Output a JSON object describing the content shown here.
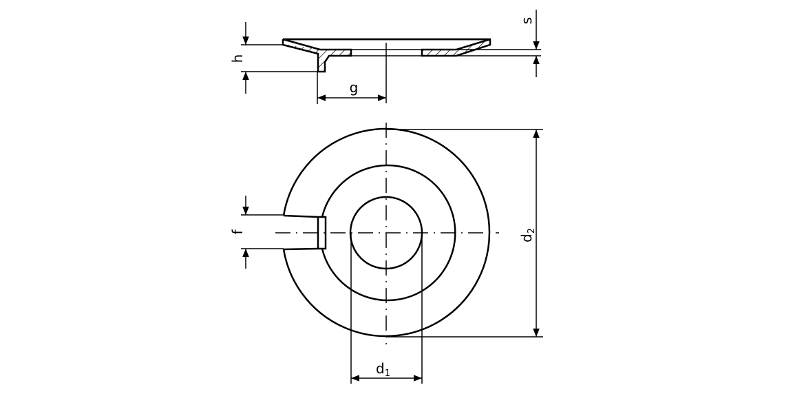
{
  "labels": {
    "h": "h",
    "g": "g",
    "s": "s",
    "f": "f",
    "d2": "d",
    "d2_sub": "2",
    "d1": "d",
    "d1_sub": "1"
  },
  "colors": {
    "line": "#000000",
    "background": "#ffffff"
  }
}
